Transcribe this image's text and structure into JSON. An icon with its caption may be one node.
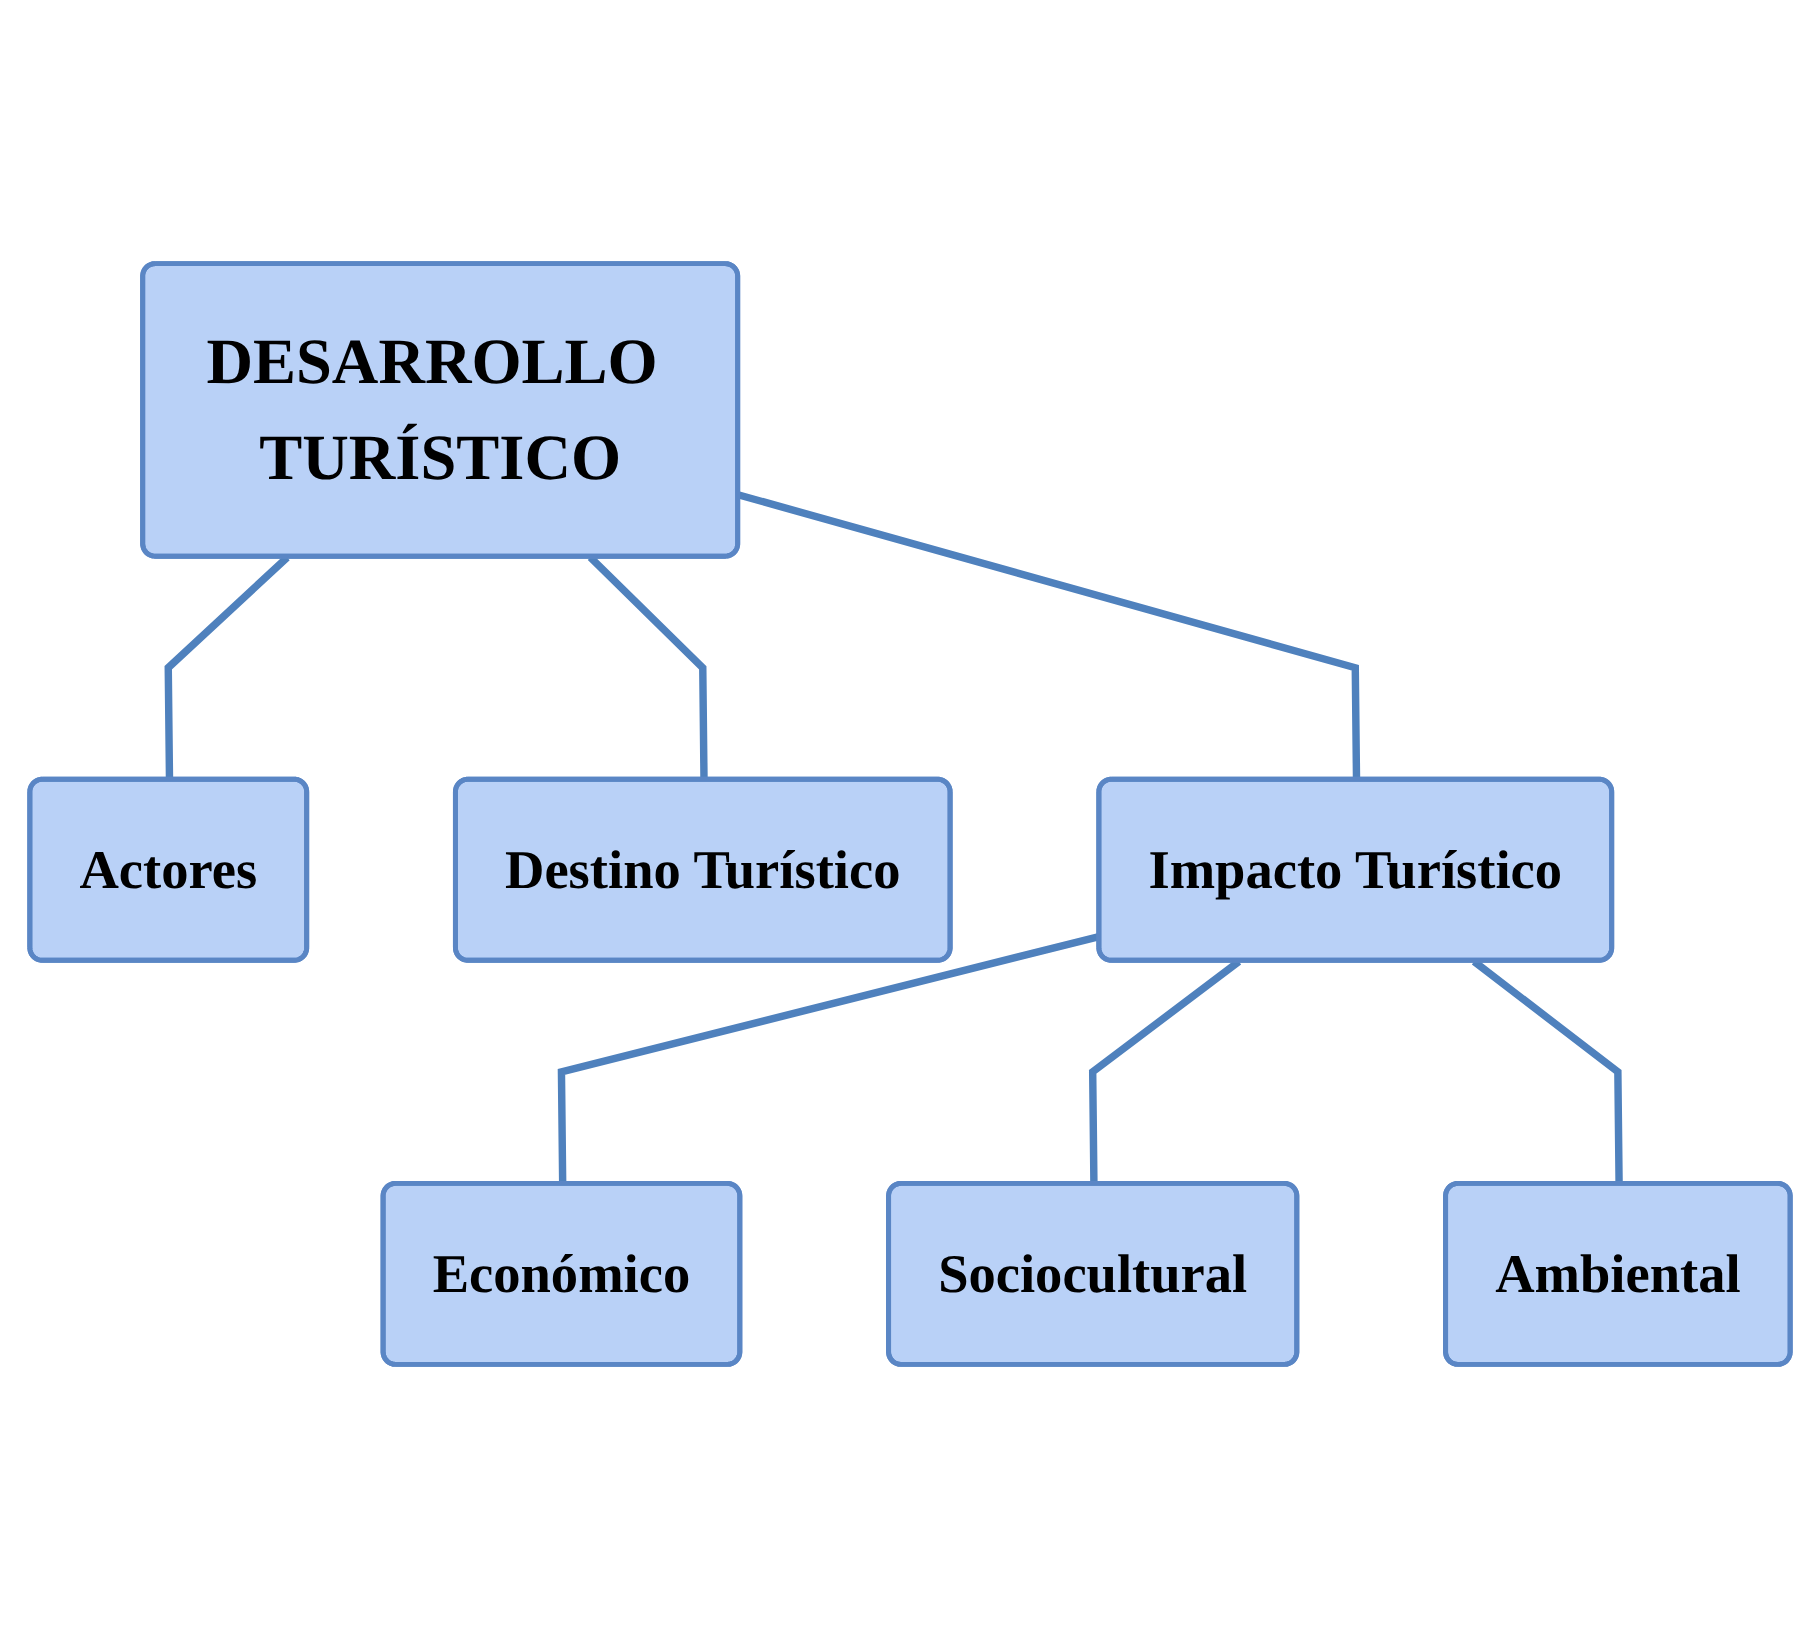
{
  "diagram": {
    "nodes": [
      {
        "text": [
          "Actores"
        ]
      },
      {
        "text": [
          "DESARROLLO TURÍSTICO"
        ]
      },
      {
        "text": [
          "Destino Turístico"
        ]
      },
      {
        "text": [
          "Impacto Turístico"
        ]
      },
      {
        "text": [
          "Económico"
        ]
      },
      {
        "text": [
          "Sociocultural"
        ]
      },
      {
        "text": [
          "Ambiental"
        ]
      }
    ],
    "edges": [
      {
        "from": 1,
        "to": 0,
        "arrow": "none"
      },
      {
        "from": 1,
        "to": 2,
        "arrow": "none"
      },
      {
        "from": 1,
        "to": 3,
        "arrow": "none"
      },
      {
        "from": 3,
        "to": 4,
        "arrow": "none"
      },
      {
        "from": 3,
        "to": 5,
        "arrow": "none"
      },
      {
        "from": 3,
        "to": 6,
        "arrow": "none"
      }
    ]
  }
}
